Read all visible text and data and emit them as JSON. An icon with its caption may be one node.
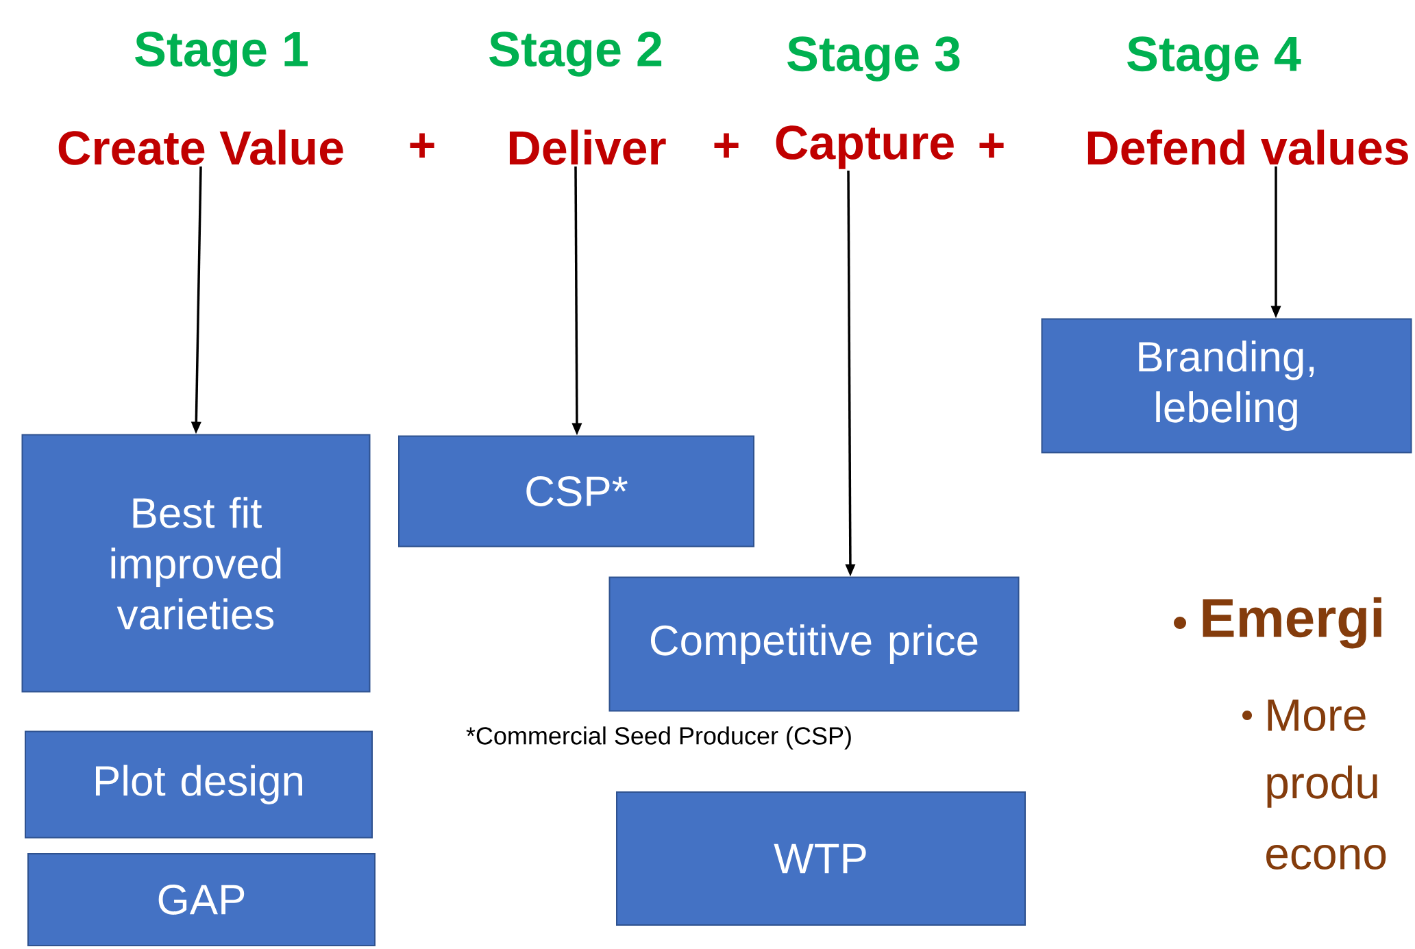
{
  "diagram": {
    "nodes": [
      {
        "text": [
          "Create Value"
        ]
      },
      {
        "text": [
          "Deliver"
        ]
      },
      {
        "text": [
          "Capture"
        ]
      },
      {
        "text": [
          "Defend values"
        ]
      },
      {
        "text": [
          "Branding, lebeling"
        ]
      },
      {
        "text": [
          "Best fit improved varieties"
        ]
      },
      {
        "text": [
          "CSP*"
        ]
      },
      {
        "text": [
          "Competitive price"
        ]
      },
      {
        "text": [
          "Plot design"
        ]
      },
      {
        "text": [
          "GAP"
        ]
      },
      {
        "text": [
          "WTP"
        ]
      }
    ],
    "edges": [
      {
        "from": 0,
        "to": 5,
        "arrow": "to"
      },
      {
        "from": 1,
        "to": 6,
        "arrow": "to"
      },
      {
        "from": 2,
        "to": 7,
        "arrow": "to"
      },
      {
        "from": 3,
        "to": 4,
        "arrow": "to"
      }
    ],
    "labels": [
      "Stage 1",
      "Stage 2",
      "Stage 3",
      "Stage 4",
      "+",
      "+",
      "+",
      "*Commercial Seed Producer (CSP)",
      "Emergi",
      "More",
      "produ",
      "econo"
    ]
  }
}
